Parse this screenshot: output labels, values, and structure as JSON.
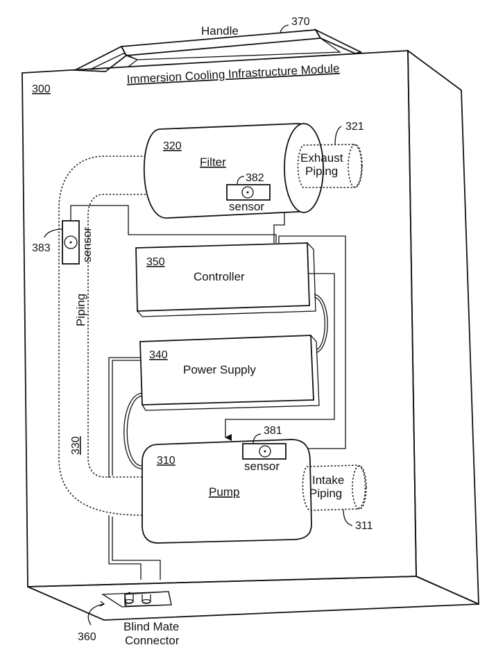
{
  "diagram": {
    "title": "Immersion Cooling Infrastructure Module",
    "module_ref": "300",
    "colors": {
      "line": "#111111",
      "shade_light": "#d9d9d9",
      "shade_dark": "#a8a8a8",
      "background": "#ffffff"
    },
    "handle": {
      "label": "Handle",
      "ref": "370"
    },
    "filter": {
      "label": "Filter",
      "ref": "320"
    },
    "exhaust_piping": {
      "label_line1": "Exhaust",
      "label_line2": "Piping",
      "ref": "321"
    },
    "sensor_filter": {
      "label": "sensor",
      "ref": "382"
    },
    "sensor_left": {
      "label": "sensor",
      "ref": "383"
    },
    "sensor_pump": {
      "label": "sensor",
      "ref": "381"
    },
    "controller": {
      "label": "Controller",
      "ref": "350"
    },
    "power_supply": {
      "label": "Power Supply",
      "ref": "340"
    },
    "pump": {
      "label": "Pump",
      "ref": "310"
    },
    "intake_piping": {
      "label_line1": "Intake",
      "label_line2": "Piping",
      "ref": "311"
    },
    "piping": {
      "label": "Piping",
      "ref": "330"
    },
    "blind_mate": {
      "label_line1": "Blind Mate",
      "label_line2": "Connector",
      "ref": "360"
    }
  }
}
